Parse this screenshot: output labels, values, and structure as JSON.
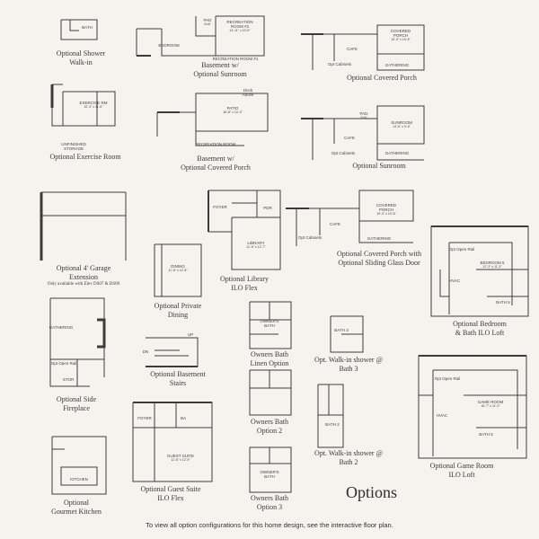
{
  "title": "Options",
  "footer": "To view all option configurations for this home design, see the interactive floor plan.",
  "options": [
    {
      "label": "Optional Shower\nWalk-in"
    },
    {
      "label": "Basement w/\nOptional Sunroom"
    },
    {
      "label": "Optional Covered Porch"
    },
    {
      "label": "Optional Exercise Room"
    },
    {
      "label": "Basement w/\nOptional Covered Porch"
    },
    {
      "label": "Optional Sunroom"
    },
    {
      "label": "Optional 4' Garage\nExtension",
      "note": "Only available with Elev DS07 & DS09"
    },
    {
      "label": "Optional Library\nILO Flex"
    },
    {
      "label": "Optional Covered Porch with\nOptional Sliding Glass Door"
    },
    {
      "label": "Optional Bedroom\n& Bath ILO Loft"
    },
    {
      "label": "Optional Private\nDining"
    },
    {
      "label": "Owners Bath\nLinen Option"
    },
    {
      "label": "Optional Basement\nStairs"
    },
    {
      "label": "Opt. Walk-in shower @\nBath 3"
    },
    {
      "label": "Optional Side\nFireplace"
    },
    {
      "label": "Owners Bath\nOption 2"
    },
    {
      "label": "Optional Game Room\nILO Loft"
    },
    {
      "label": "Opt. Walk-in shower @\nBath 2"
    },
    {
      "label": "Optional Guest Suite\nILO Flex"
    },
    {
      "label": "Optional\nGourmet Kitchen"
    },
    {
      "label": "Owners Bath\nOption 3"
    }
  ],
  "rooms": [
    {
      "name": "BATH"
    },
    {
      "name": "PAD",
      "dim": "6'x6'"
    },
    {
      "name": "RECREATION\nROOM #2",
      "dim": "14'-11\" x 10'-9\""
    },
    {
      "name": "BEDROOM"
    },
    {
      "name": "RECREATION ROOM #1"
    },
    {
      "name": "COVERED\nPORCH",
      "dim": "15'-3\" x 10'-6\""
    },
    {
      "name": "CAFE"
    },
    {
      "name": "GATHERING"
    },
    {
      "name": "Opt Cabinets"
    },
    {
      "name": "EXERCISE RM",
      "dim": "10'-4\" x 11'-6\""
    },
    {
      "name": "UNFINISHED\nSTORAGE"
    },
    {
      "name": "PATIO",
      "dim": "16'-8\" x 10'-3\""
    },
    {
      "name": "RECREATION ROOM"
    },
    {
      "name": "Deck\nAbove"
    },
    {
      "name": "PAD",
      "dim": "6'x6'"
    },
    {
      "name": "SUNROOM",
      "dim": "14'-6\" x 9'-6\""
    },
    {
      "name": "CAFE"
    },
    {
      "name": "GATHERING"
    },
    {
      "name": "Opt Cabinets"
    },
    {
      "name": "FOYER"
    },
    {
      "name": "PDR"
    },
    {
      "name": "LIBRARY",
      "dim": "11'-6\" x 12'-7\""
    },
    {
      "name": "COVERED\nPORCH",
      "dim": "15'-3\" x 10'-6\""
    },
    {
      "name": "CAFE"
    },
    {
      "name": "GATHERING"
    },
    {
      "name": "Opt Cabinets"
    },
    {
      "name": "Opt Open Rail"
    },
    {
      "name": "BEDROOM 5",
      "dim": "12'-3\" x 11'-3\""
    },
    {
      "name": "HVAC"
    },
    {
      "name": "BATH 5"
    },
    {
      "name": "DINING",
      "dim": "11'-6\" x 12'-5\""
    },
    {
      "name": "OWNER'S\nBATH"
    },
    {
      "name": "BATH 3"
    },
    {
      "name": "GATHERING"
    },
    {
      "name": "STOR"
    },
    {
      "name": "Opt Open Rail"
    },
    {
      "name": "DN"
    },
    {
      "name": "UP"
    },
    {
      "name": "GAME ROOM",
      "dim": "16'-7\" x 11'-3\""
    },
    {
      "name": "Opt Open Rail"
    },
    {
      "name": "HVAC"
    },
    {
      "name": "BATH 5"
    },
    {
      "name": "BATH 2"
    },
    {
      "name": "FOYER"
    },
    {
      "name": "BA"
    },
    {
      "name": "GUEST SUITE",
      "dim": "11'-6\" x 12'-9\""
    },
    {
      "name": "KITCHEN"
    },
    {
      "name": "OWNER'S\nBATH"
    }
  ]
}
